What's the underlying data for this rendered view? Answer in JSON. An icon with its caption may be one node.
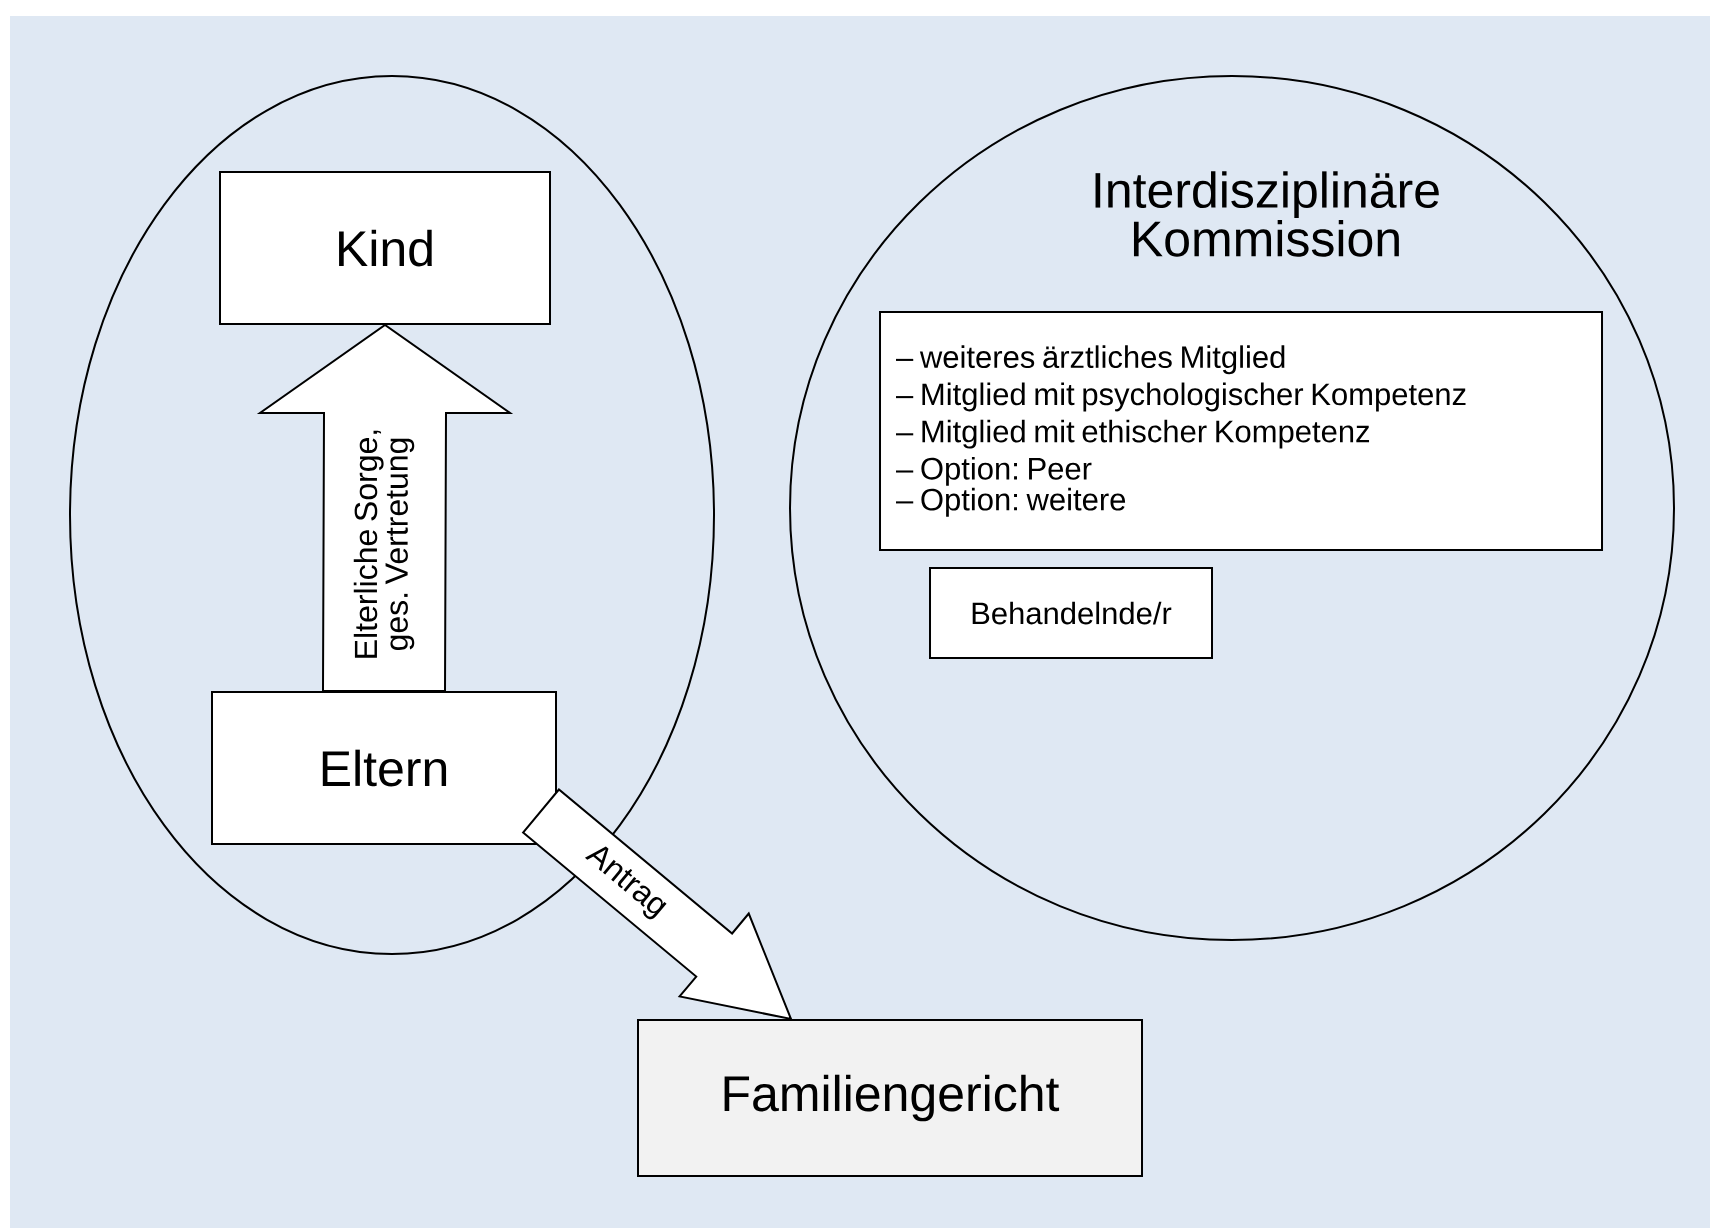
{
  "diagram": {
    "nodes": [
      {
        "text": [],
        "shape": "ellipse"
      },
      {
        "text": [
          "Kind"
        ],
        "in": 0
      },
      {
        "text": [
          "Eltern"
        ],
        "in": 0
      },
      {
        "text": [
          "Interdisziplinäre Kommission"
        ]
      },
      {
        "text": [
          "– weiteres ärztliches Mitglied",
          "– Mitglied mit psychologischer Kompetenz",
          "– Mitglied mit ethischer Kompetenz",
          "– Option: Peer",
          "– Option: weitere"
        ],
        "in": 3
      },
      {
        "text": [
          "Behandelnde/r"
        ],
        "in": 3
      },
      {
        "text": [
          "Familiengericht"
        ]
      }
    ],
    "edges": [
      {
        "from": 2,
        "to": 1,
        "arrow": "to",
        "label": "Elterliche Sorge, ges. Vertretung"
      },
      {
        "from": 2,
        "to": 6,
        "arrow": "to",
        "label": "Antrag"
      }
    ]
  }
}
